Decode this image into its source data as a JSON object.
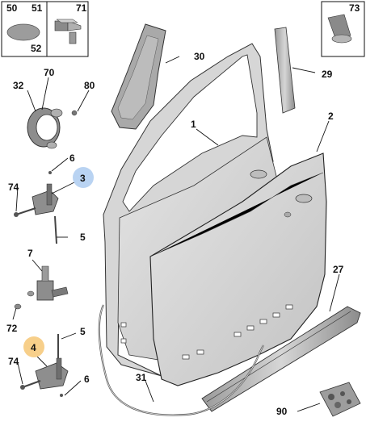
{
  "parts": {
    "p50": "50",
    "p51": "51",
    "p52": "52",
    "p71": "71",
    "p73": "73",
    "p30": "30",
    "p29": "29",
    "p1": "1",
    "p2": "2",
    "p70": "70",
    "p32": "32",
    "p80": "80",
    "p6a": "6",
    "p3": "3",
    "p74a": "74",
    "p5a": "5",
    "p7": "7",
    "p72": "72",
    "p5b": "5",
    "p4": "4",
    "p74b": "74",
    "p6b": "6",
    "p31": "31",
    "p27": "27",
    "p90": "90"
  },
  "highlight_colors": {
    "blue": "#b9d3f2",
    "orange": "#f7cf8a"
  },
  "part_colors": {
    "panel": "#d8d8d8",
    "panel_shade": "#c4c4c4",
    "dark_part": "#8a8a8a",
    "gasket": "#bdbdbd"
  }
}
